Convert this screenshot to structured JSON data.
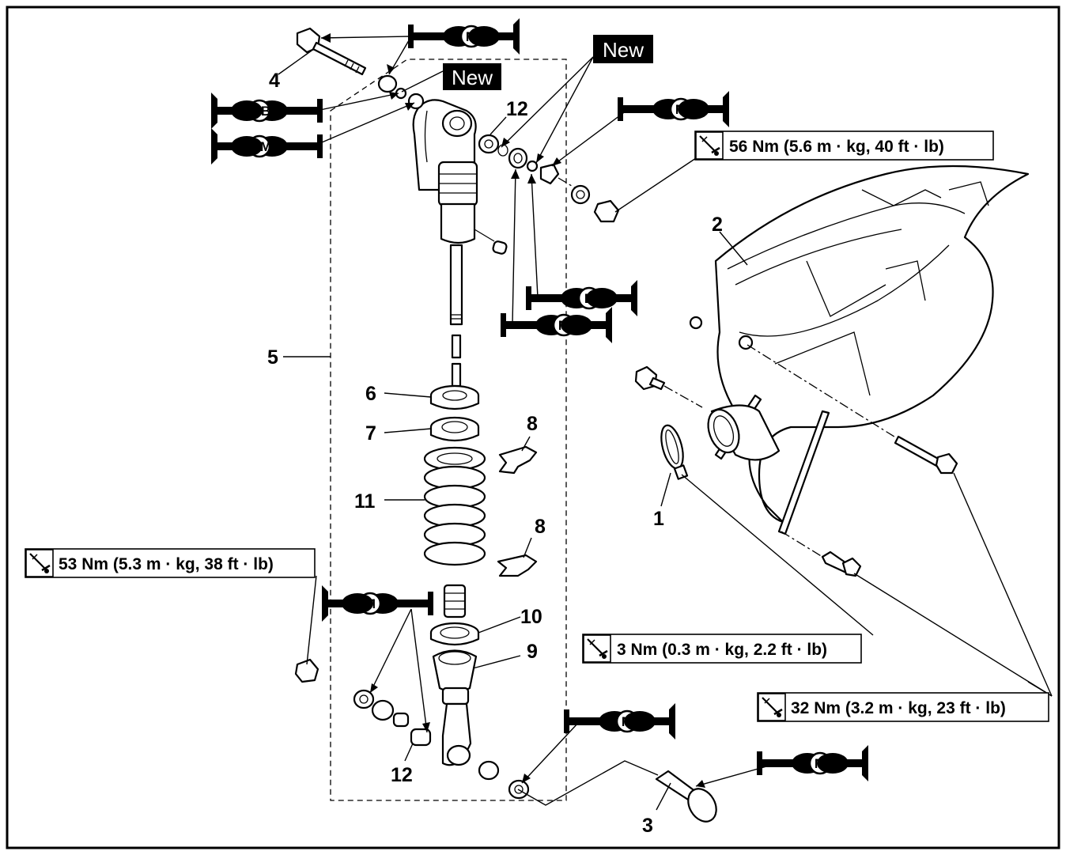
{
  "part_numbers": {
    "p1": "1",
    "p2": "2",
    "p3": "3",
    "p4": "4",
    "p5": "5",
    "p6": "6",
    "p7": "7",
    "p8a": "8",
    "p8b": "8",
    "p9": "9",
    "p10": "10",
    "p11": "11",
    "p12a": "12",
    "p12b": "12"
  },
  "new_labels": {
    "top": "New",
    "upper": "New"
  },
  "torque_specs": {
    "t56": "56 Nm (5.6 m · kg, 40 ft · lb)",
    "t53": "53 Nm (5.3 m · kg, 38 ft · lb)",
    "t3": "3 Nm (0.3 m · kg, 2.2 ft · lb)",
    "t32": "32 Nm (3.2 m · kg, 23 ft · lb)"
  },
  "lubricant_symbols": {
    "m_top": "M",
    "b_left": "B",
    "m_left": "M",
    "m_right_top": "M",
    "b_mid": "B",
    "m_mid": "M",
    "m_lower_left": "M",
    "m_bottom": "M",
    "m_bottom_right": "M"
  },
  "icons": {
    "torque": "torque-wrench-icon",
    "lubricant": "grease-gun-icon"
  },
  "colors": {
    "ink": "#000000",
    "paper": "#ffffff"
  }
}
